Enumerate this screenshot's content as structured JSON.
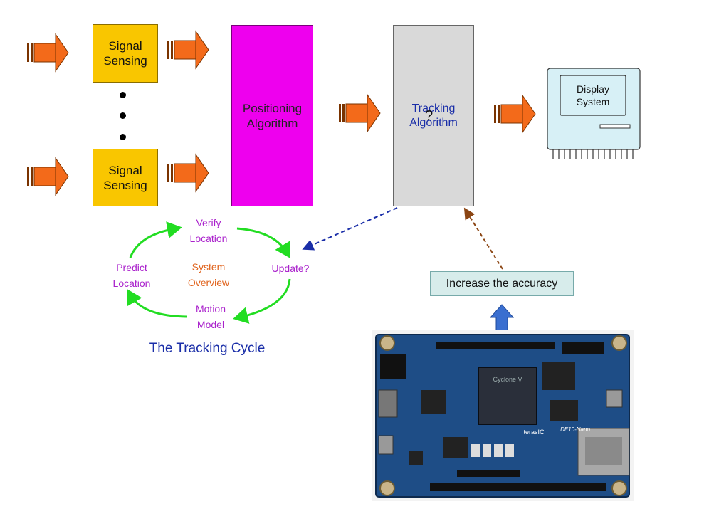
{
  "blocks": {
    "signal_sensing_top": "Signal\nSensing",
    "signal_sensing_bottom": "Signal\nSensing",
    "positioning": "Positioning\nAlgorithm",
    "tracking": "Tracking\nAlgorithm",
    "tracking_mark": "?",
    "display": "Display\nSystem"
  },
  "cycle": {
    "verify": "Verify\nLocation",
    "update": "Update?",
    "motion": "Motion\nModel",
    "predict": "Predict\nLocation",
    "center": "System\nOverview",
    "title": "The Tracking Cycle"
  },
  "accuracy_label": "Increase the accuracy",
  "board": {
    "brand": "terasIC",
    "model": "DE10-Nano",
    "chip": "Cyclone V"
  },
  "colors": {
    "arrow_orange": "#f36a1a",
    "signal_yellow": "#f9c600",
    "positioning_magenta": "#ee00ee",
    "tracking_gray": "#d9d9d9",
    "display_screen": "#d7f0f6",
    "cycle_green": "#22dd22",
    "cycle_purple": "#aa22cc",
    "cycle_orange": "#e0621b",
    "title_blue": "#1a2ea8",
    "up_arrow_blue": "#3a6fd0",
    "board_blue": "#1e4d86"
  },
  "icons": [
    "flow-arrow-icon",
    "display-monitor-icon",
    "up-arrow-icon",
    "dashed-arrow-icon",
    "cycle-arrow-icon",
    "fpga-board-image"
  ]
}
